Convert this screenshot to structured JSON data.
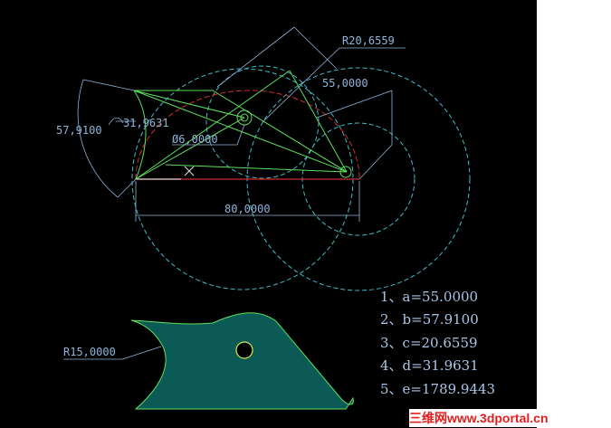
{
  "drawing": {
    "dimensions": {
      "radius_top": "R20,6559",
      "angle_55": "55,0000",
      "dim_57": "57,9100",
      "dim_31": "31,9631",
      "diameter": "Ø6,0000",
      "width_80": "80,0000",
      "radius_bottom": "R15,0000"
    },
    "results": [
      "1、a=55.0000",
      "2、b=57.9100",
      "3、c=20.6559",
      "4、d=31.9631",
      "5、e=1789.9443"
    ],
    "colors": {
      "background": "#000000",
      "construction": "#3fbcc8",
      "semicircle": "#d02a2a",
      "lines": "#5ee05e",
      "dimension": "#8fb4d8",
      "fill": "#0b5a55"
    }
  },
  "watermark": "三维网www.3dportal.cn"
}
